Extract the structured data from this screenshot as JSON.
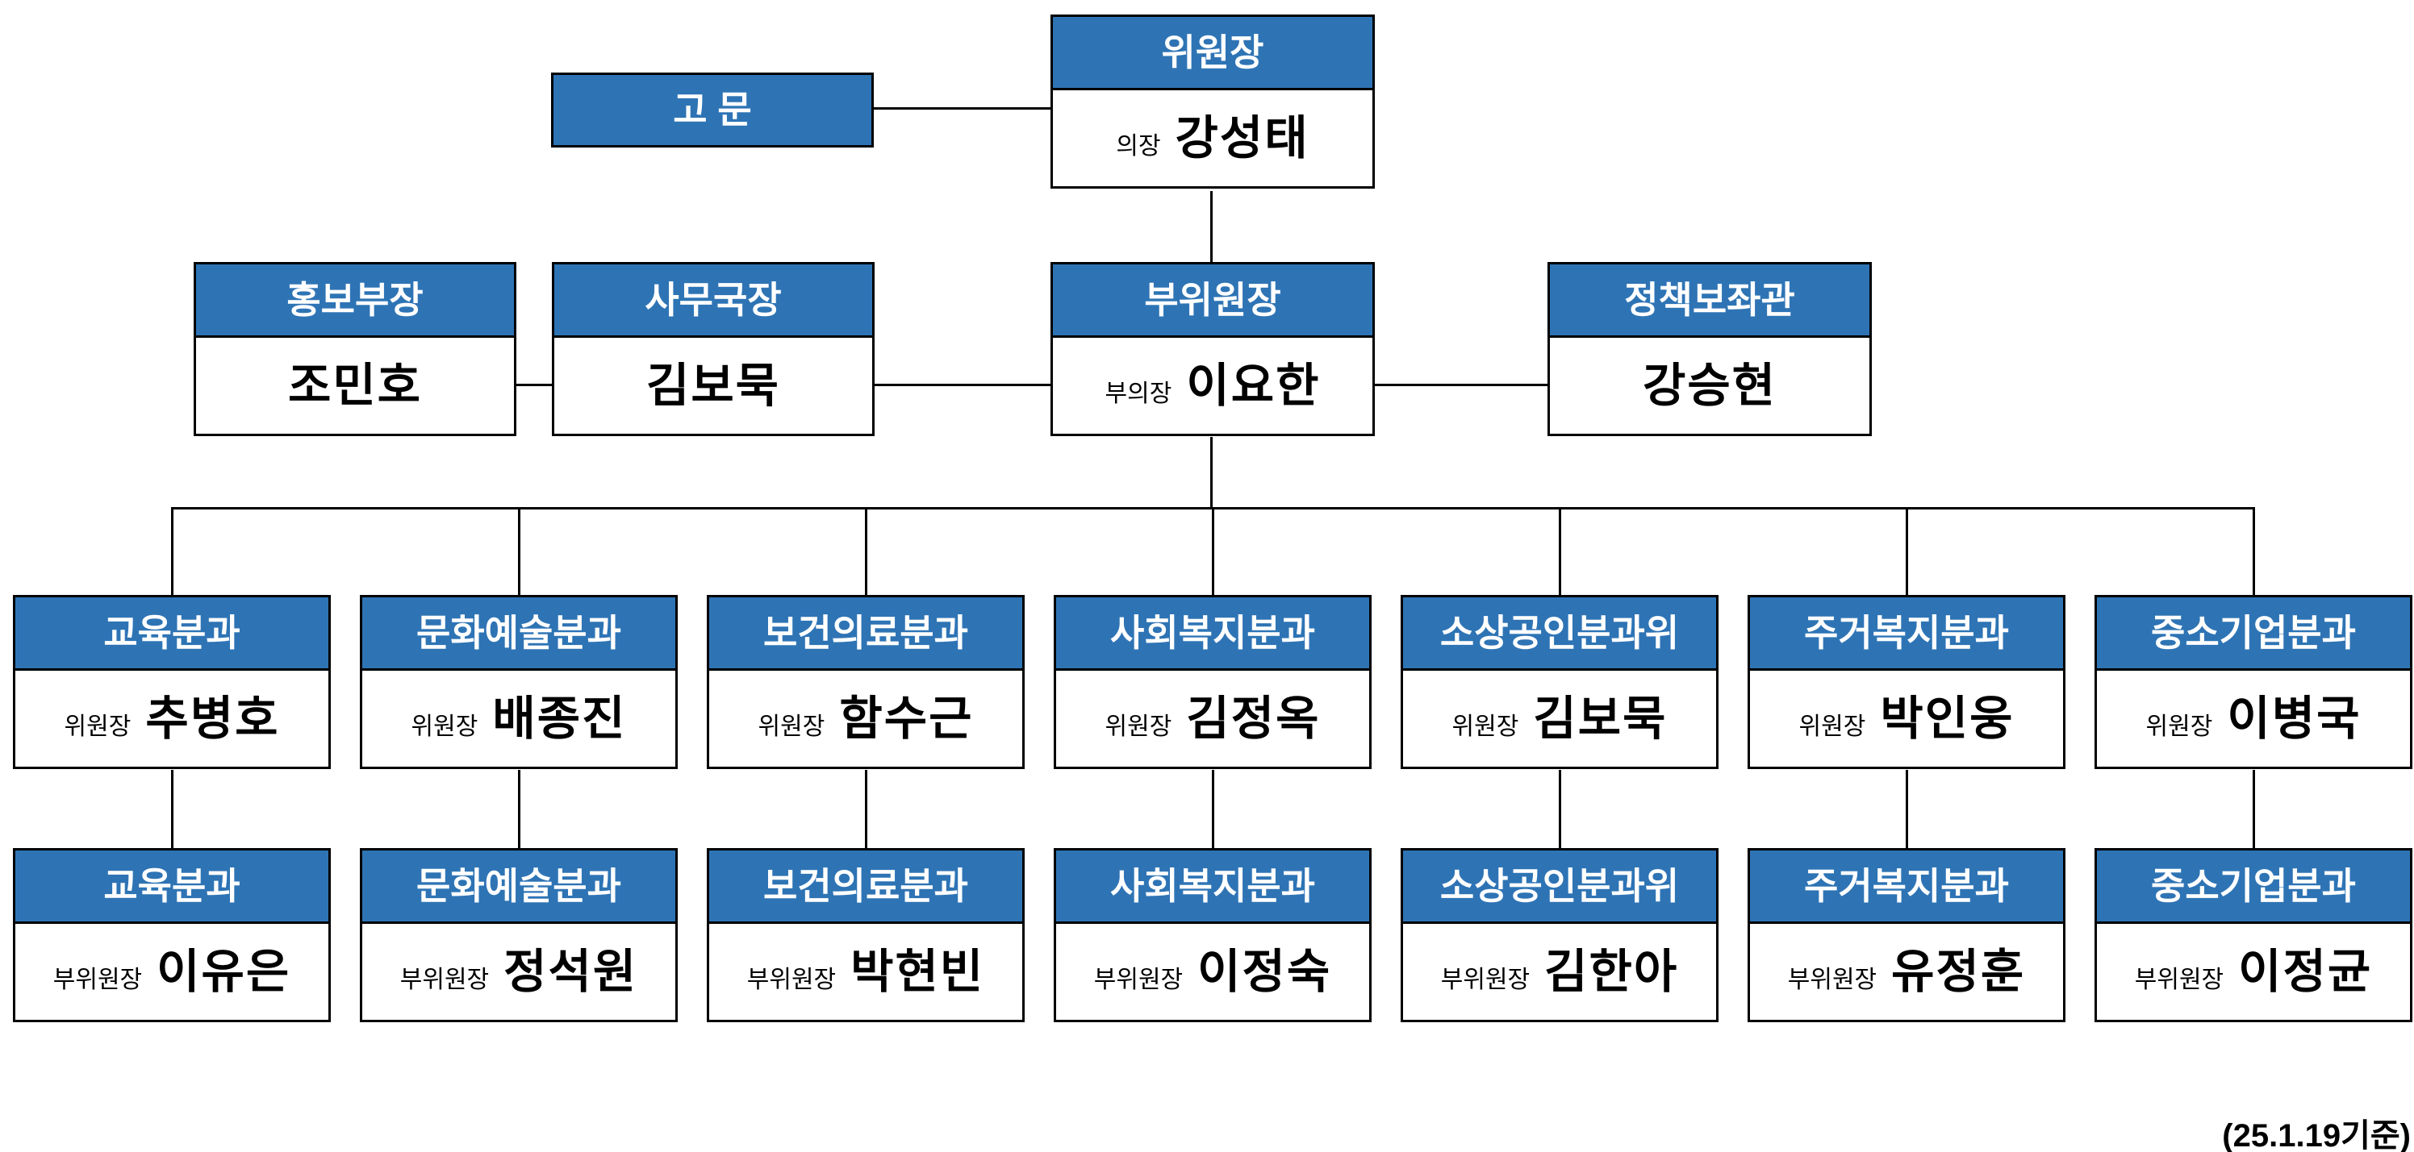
{
  "org_chart": {
    "advisor": {
      "title": "고 문"
    },
    "chairman": {
      "title": "위원장",
      "role": "의장",
      "name": "강성태"
    },
    "executives": [
      {
        "title": "홍보부장",
        "role": "",
        "name": "조민호"
      },
      {
        "title": "사무국장",
        "role": "",
        "name": "김보묵"
      },
      {
        "title": "부위원장",
        "role": "부의장",
        "name": "이요한"
      },
      {
        "title": "정책보좌관",
        "role": "",
        "name": "강승현"
      }
    ],
    "division_chairs": [
      {
        "title": "교육분과",
        "role": "위원장",
        "name": "추병호"
      },
      {
        "title": "문화예술분과",
        "role": "위원장",
        "name": "배종진"
      },
      {
        "title": "보건의료분과",
        "role": "위원장",
        "name": "함수근"
      },
      {
        "title": "사회복지분과",
        "role": "위원장",
        "name": "김정옥"
      },
      {
        "title": "소상공인분과위",
        "role": "위원장",
        "name": "김보묵"
      },
      {
        "title": "주거복지분과",
        "role": "위원장",
        "name": "박인웅"
      },
      {
        "title": "중소기업분과",
        "role": "위원장",
        "name": "이병국"
      }
    ],
    "division_vice_chairs": [
      {
        "title": "교육분과",
        "role": "부위원장",
        "name": "이유은"
      },
      {
        "title": "문화예술분과",
        "role": "부위원장",
        "name": "정석원"
      },
      {
        "title": "보건의료분과",
        "role": "부위원장",
        "name": "박현빈"
      },
      {
        "title": "사회복지분과",
        "role": "부위원장",
        "name": "이정숙"
      },
      {
        "title": "소상공인분과위",
        "role": "부위원장",
        "name": "김한아"
      },
      {
        "title": "주거복지분과",
        "role": "부위원장",
        "name": "유정훈"
      },
      {
        "title": "중소기업분과",
        "role": "부위원장",
        "name": "이정균"
      }
    ],
    "footnote": "(25.1.19기준)",
    "colors": {
      "header_bg": "#2E74B5",
      "header_text": "#FFFFFF",
      "body_bg": "#FFFFFF",
      "text": "#000000",
      "line": "#000000"
    }
  }
}
